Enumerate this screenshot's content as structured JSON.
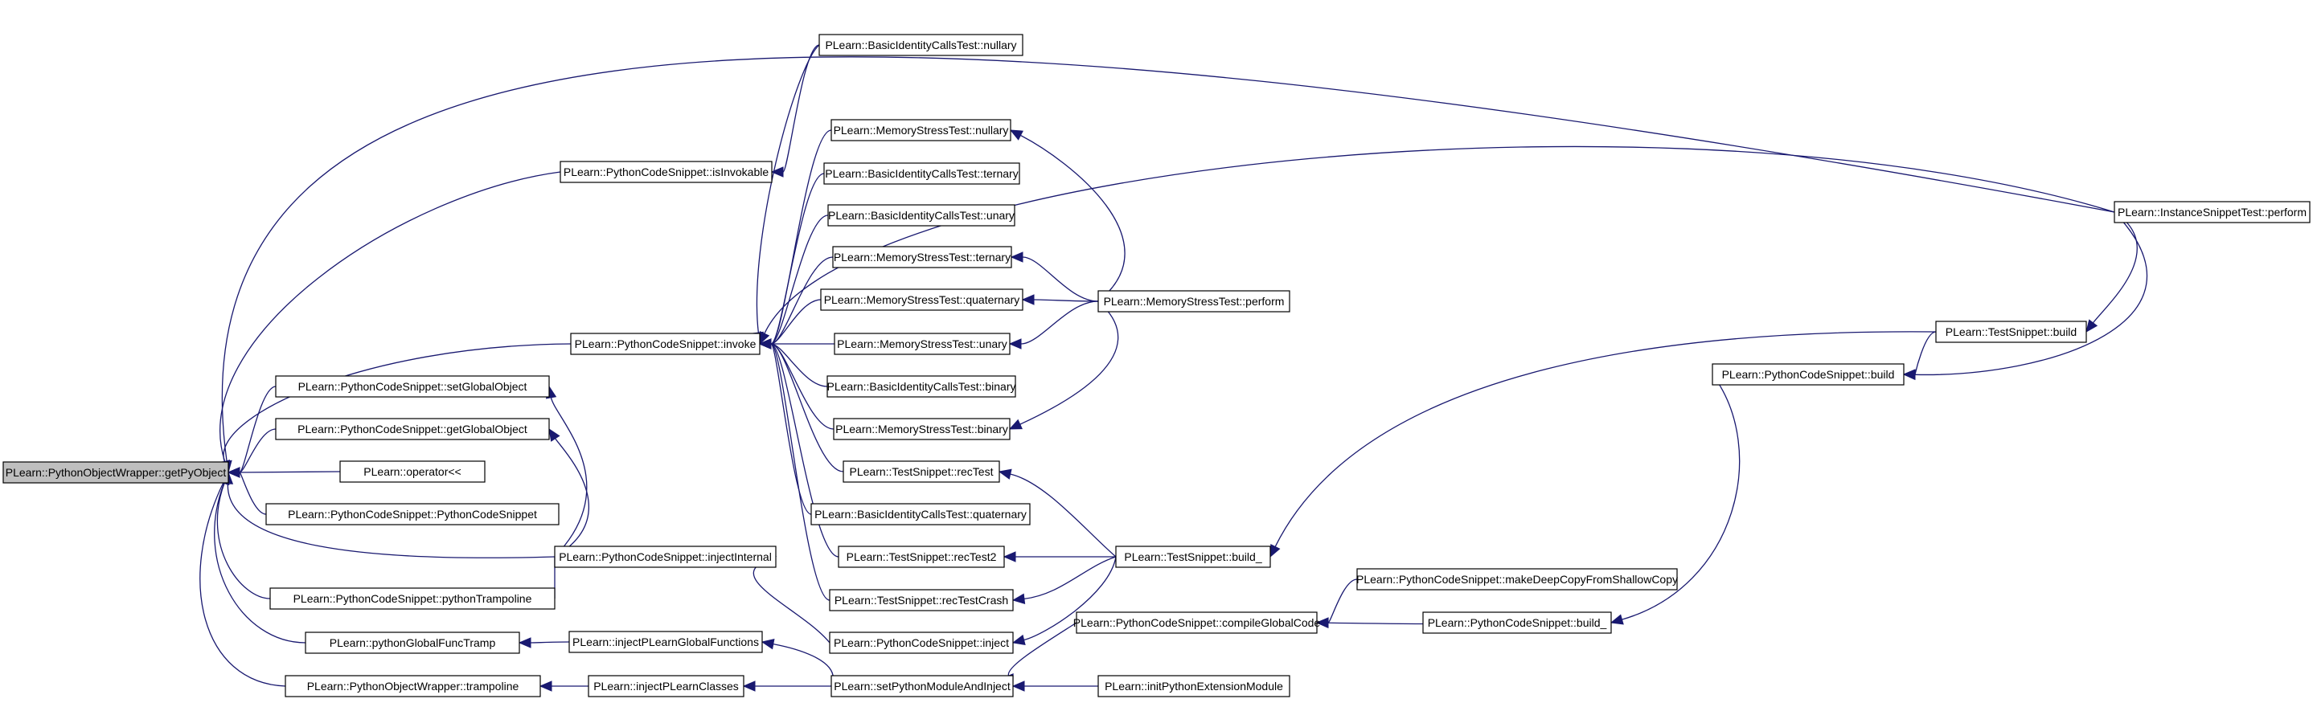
{
  "graph": {
    "nodes": [
      {
        "id": "getPyObject",
        "label": "PLearn::PythonObjectWrapper::getPyObject",
        "root": true
      },
      {
        "id": "isInvokable",
        "label": "PLearn::PythonCodeSnippet::isInvokable"
      },
      {
        "id": "invoke",
        "label": "PLearn::PythonCodeSnippet::invoke"
      },
      {
        "id": "setGlobalObject",
        "label": "PLearn::PythonCodeSnippet::setGlobalObject"
      },
      {
        "id": "getGlobalObject",
        "label": "PLearn::PythonCodeSnippet::getGlobalObject"
      },
      {
        "id": "operatorLL",
        "label": "PLearn::operator<<"
      },
      {
        "id": "pcsCtor",
        "label": "PLearn::PythonCodeSnippet::PythonCodeSnippet"
      },
      {
        "id": "pythonTrampoline",
        "label": "PLearn::PythonCodeSnippet::pythonTrampoline"
      },
      {
        "id": "pythonGlobalFuncTramp",
        "label": "PLearn::pythonGlobalFuncTramp"
      },
      {
        "id": "pyowTrampoline",
        "label": "PLearn::PythonObjectWrapper::trampoline"
      },
      {
        "id": "injectInternal",
        "label": "PLearn::PythonCodeSnippet::injectInternal"
      },
      {
        "id": "injectPLearnGlobalFunctions",
        "label": "PLearn::injectPLearnGlobalFunctions"
      },
      {
        "id": "injectPLearnClasses",
        "label": "PLearn::injectPLearnClasses"
      },
      {
        "id": "bictNullary",
        "label": "PLearn::BasicIdentityCallsTest::nullary"
      },
      {
        "id": "mstNullary",
        "label": "PLearn::MemoryStressTest::nullary"
      },
      {
        "id": "bictTernary",
        "label": "PLearn::BasicIdentityCallsTest::ternary"
      },
      {
        "id": "bictUnary",
        "label": "PLearn::BasicIdentityCallsTest::unary"
      },
      {
        "id": "mstTernary",
        "label": "PLearn::MemoryStressTest::ternary"
      },
      {
        "id": "mstQuaternary",
        "label": "PLearn::MemoryStressTest::quaternary"
      },
      {
        "id": "mstUnary",
        "label": "PLearn::MemoryStressTest::unary"
      },
      {
        "id": "bictBinary",
        "label": "PLearn::BasicIdentityCallsTest::binary"
      },
      {
        "id": "mstBinary",
        "label": "PLearn::MemoryStressTest::binary"
      },
      {
        "id": "tsRecTest",
        "label": "PLearn::TestSnippet::recTest"
      },
      {
        "id": "bictQuaternary",
        "label": "PLearn::BasicIdentityCallsTest::quaternary"
      },
      {
        "id": "tsRecTest2",
        "label": "PLearn::TestSnippet::recTest2"
      },
      {
        "id": "tsRecTestCrash",
        "label": "PLearn::TestSnippet::recTestCrash"
      },
      {
        "id": "pcsInject",
        "label": "PLearn::PythonCodeSnippet::inject"
      },
      {
        "id": "setPythonModuleAndInject",
        "label": "PLearn::setPythonModuleAndInject"
      },
      {
        "id": "mstPerform",
        "label": "PLearn::MemoryStressTest::perform"
      },
      {
        "id": "tsBuildU",
        "label": "PLearn::TestSnippet::build_"
      },
      {
        "id": "compileGlobalCode",
        "label": "PLearn::PythonCodeSnippet::compileGlobalCode"
      },
      {
        "id": "initPythonExtensionModule",
        "label": "PLearn::initPythonExtensionModule"
      },
      {
        "id": "makeDeepCopy",
        "label": "PLearn::PythonCodeSnippet::makeDeepCopyFromShallowCopy"
      },
      {
        "id": "pcsBuildU",
        "label": "PLearn::PythonCodeSnippet::build_"
      },
      {
        "id": "tsBuild",
        "label": "PLearn::TestSnippet::build"
      },
      {
        "id": "pcsBuild",
        "label": "PLearn::PythonCodeSnippet::build"
      },
      {
        "id": "istPerform",
        "label": "PLearn::InstanceSnippetTest::perform"
      }
    ],
    "edges": [
      {
        "from": "isInvokable",
        "to": "getPyObject"
      },
      {
        "from": "invoke",
        "to": "getPyObject"
      },
      {
        "from": "setGlobalObject",
        "to": "getPyObject"
      },
      {
        "from": "getGlobalObject",
        "to": "getPyObject"
      },
      {
        "from": "operatorLL",
        "to": "getPyObject"
      },
      {
        "from": "pcsCtor",
        "to": "getPyObject"
      },
      {
        "from": "pythonTrampoline",
        "to": "getPyObject"
      },
      {
        "from": "pythonGlobalFuncTramp",
        "to": "getPyObject"
      },
      {
        "from": "pyowTrampoline",
        "to": "getPyObject"
      },
      {
        "from": "injectInternal",
        "to": "getPyObject"
      },
      {
        "from": "istPerform",
        "to": "getPyObject"
      },
      {
        "from": "bictNullary",
        "to": "isInvokable"
      },
      {
        "from": "bictNullary",
        "to": "invoke"
      },
      {
        "from": "mstNullary",
        "to": "invoke"
      },
      {
        "from": "bictTernary",
        "to": "invoke"
      },
      {
        "from": "bictUnary",
        "to": "invoke"
      },
      {
        "from": "mstTernary",
        "to": "invoke"
      },
      {
        "from": "mstQuaternary",
        "to": "invoke"
      },
      {
        "from": "mstUnary",
        "to": "invoke"
      },
      {
        "from": "bictBinary",
        "to": "invoke"
      },
      {
        "from": "mstBinary",
        "to": "invoke"
      },
      {
        "from": "tsRecTest",
        "to": "invoke"
      },
      {
        "from": "bictQuaternary",
        "to": "invoke"
      },
      {
        "from": "tsRecTest2",
        "to": "invoke"
      },
      {
        "from": "tsRecTestCrash",
        "to": "invoke"
      },
      {
        "from": "istPerform",
        "to": "invoke"
      },
      {
        "from": "injectInternal",
        "to": "setGlobalObject"
      },
      {
        "from": "injectInternal",
        "to": "getGlobalObject"
      },
      {
        "from": "injectInternal",
        "to": "pythonTrampoline"
      },
      {
        "from": "pcsInject",
        "to": "injectInternal"
      },
      {
        "from": "injectPLearnGlobalFunctions",
        "to": "pythonGlobalFuncTramp"
      },
      {
        "from": "injectPLearnClasses",
        "to": "pyowTrampoline"
      },
      {
        "from": "setPythonModuleAndInject",
        "to": "injectPLearnGlobalFunctions"
      },
      {
        "from": "setPythonModuleAndInject",
        "to": "injectPLearnClasses"
      },
      {
        "from": "initPythonExtensionModule",
        "to": "setPythonModuleAndInject"
      },
      {
        "from": "compileGlobalCode",
        "to": "setPythonModuleAndInject"
      },
      {
        "from": "mstPerform",
        "to": "mstNullary"
      },
      {
        "from": "mstPerform",
        "to": "mstTernary"
      },
      {
        "from": "mstPerform",
        "to": "mstQuaternary"
      },
      {
        "from": "mstPerform",
        "to": "mstUnary"
      },
      {
        "from": "mstPerform",
        "to": "mstBinary"
      },
      {
        "from": "tsBuildU",
        "to": "tsRecTest"
      },
      {
        "from": "tsBuildU",
        "to": "tsRecTest2"
      },
      {
        "from": "tsBuildU",
        "to": "tsRecTestCrash"
      },
      {
        "from": "tsBuildU",
        "to": "pcsInject"
      },
      {
        "from": "tsBuild",
        "to": "tsBuildU"
      },
      {
        "from": "makeDeepCopy",
        "to": "compileGlobalCode"
      },
      {
        "from": "pcsBuildU",
        "to": "compileGlobalCode"
      },
      {
        "from": "pcsBuild",
        "to": "pcsBuildU"
      },
      {
        "from": "tsBuild",
        "to": "pcsBuild"
      },
      {
        "from": "istPerform",
        "to": "tsBuild"
      },
      {
        "from": "istPerform",
        "to": "pcsBuild"
      }
    ]
  }
}
